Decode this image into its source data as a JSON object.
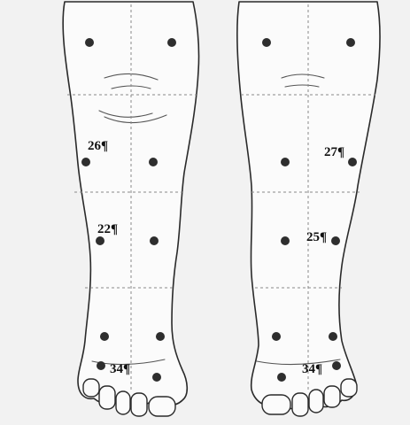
{
  "figure": {
    "labels": {
      "left_knee": "26¶",
      "left_shin": "22¶",
      "left_foot": "34¶",
      "right_knee": "27¶",
      "right_shin": "25¶",
      "right_foot": "34¶"
    }
  }
}
